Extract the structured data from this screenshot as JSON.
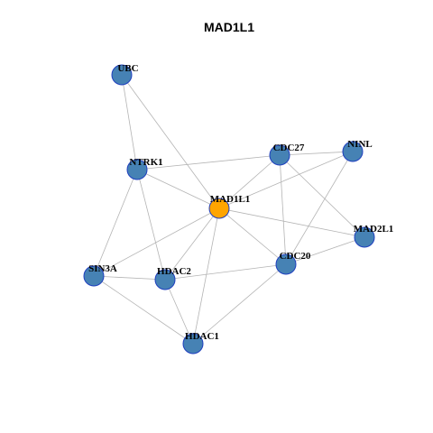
{
  "title": "MAD1L1",
  "colors": {
    "node_default": "#4682b4",
    "node_center": "#ffa500",
    "node_border": "#1f3fbf",
    "edge": "#b4b4b4"
  },
  "nodes": [
    {
      "id": "UBC",
      "label": "UBC"
    },
    {
      "id": "NTRK1",
      "label": "NTRK1"
    },
    {
      "id": "CDC27",
      "label": "CDC27"
    },
    {
      "id": "NINL",
      "label": "NINL"
    },
    {
      "id": "MAD1L1",
      "label": "MAD1L1",
      "highlight": true
    },
    {
      "id": "MAD2L1",
      "label": "MAD2L1"
    },
    {
      "id": "CDC20",
      "label": "CDC20"
    },
    {
      "id": "SIN3A",
      "label": "SIN3A"
    },
    {
      "id": "HDAC2",
      "label": "HDAC2"
    },
    {
      "id": "HDAC1",
      "label": "HDAC1"
    }
  ],
  "edges": [
    [
      "UBC",
      "NTRK1"
    ],
    [
      "UBC",
      "MAD1L1"
    ],
    [
      "NTRK1",
      "CDC27"
    ],
    [
      "NTRK1",
      "MAD1L1"
    ],
    [
      "NTRK1",
      "SIN3A"
    ],
    [
      "NTRK1",
      "HDAC2"
    ],
    [
      "CDC27",
      "NINL"
    ],
    [
      "CDC27",
      "MAD1L1"
    ],
    [
      "CDC27",
      "CDC20"
    ],
    [
      "CDC27",
      "MAD2L1"
    ],
    [
      "NINL",
      "MAD1L1"
    ],
    [
      "NINL",
      "CDC20"
    ],
    [
      "MAD1L1",
      "MAD2L1"
    ],
    [
      "MAD1L1",
      "CDC20"
    ],
    [
      "MAD1L1",
      "SIN3A"
    ],
    [
      "MAD1L1",
      "HDAC2"
    ],
    [
      "MAD1L1",
      "HDAC1"
    ],
    [
      "MAD2L1",
      "CDC20"
    ],
    [
      "CDC20",
      "HDAC2"
    ],
    [
      "CDC20",
      "HDAC1"
    ],
    [
      "SIN3A",
      "HDAC2"
    ],
    [
      "SIN3A",
      "HDAC1"
    ],
    [
      "HDAC2",
      "HDAC1"
    ]
  ]
}
